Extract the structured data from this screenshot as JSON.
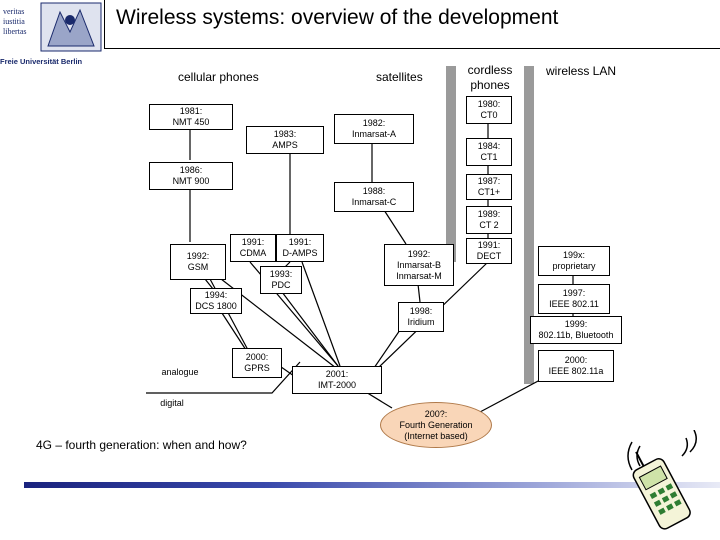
{
  "title": "Wireless systems: overview of the development",
  "logo": {
    "lines": [
      "veritas",
      "iustitia",
      "libertas"
    ],
    "university": "Freie Universität Berlin"
  },
  "columns": {
    "cellular": "cellular phones",
    "satellites": "satellites",
    "cordless": "cordless\nphones",
    "wlan": "wireless LAN"
  },
  "cellular": {
    "nmt450": "1981:\nNMT 450",
    "amps": "1983:\nAMPS",
    "nmt900": "1986:\nNMT 900",
    "gsm": "1992:\nGSM",
    "cdma": "1991:\nCDMA",
    "damps": "1991:\nD-AMPS",
    "pdc": "1993:\nPDC",
    "dcs": "1994:\nDCS 1800",
    "gprs": "2000:\nGPRS",
    "imt": "2001:\nIMT-2000",
    "analogue": "analogue",
    "digital": "digital"
  },
  "satellites": {
    "inmarsat_a": "1982:\nInmarsat-A",
    "inmarsat_c": "1988:\nInmarsat-C",
    "inmarsat_bm": "1992:\nInmarsat-B\nInmarsat-M",
    "iridium": "1998:\nIridium"
  },
  "cordless": {
    "ct0": "1980:\nCT0",
    "ct1": "1984:\nCT1",
    "ct1plus": "1987:\nCT1+",
    "ct2": "1989:\nCT 2",
    "dect": "1991:\nDECT"
  },
  "wlan": {
    "proprietary": "199x:\nproprietary",
    "ieee80211": "1997:\nIEEE 802.11",
    "ieee80211b": "1999:\n802.11b, Bluetooth",
    "ieee80211a": "2000:\nIEEE 802.11a"
  },
  "fourg": "200?:\nFourth Generation\n(Internet based)",
  "question": "4G – fourth generation: when and how?",
  "colors": {
    "bar": "#9a9a9a",
    "fourg_fill": "#f9d6b8",
    "accent": "#1a237e"
  }
}
